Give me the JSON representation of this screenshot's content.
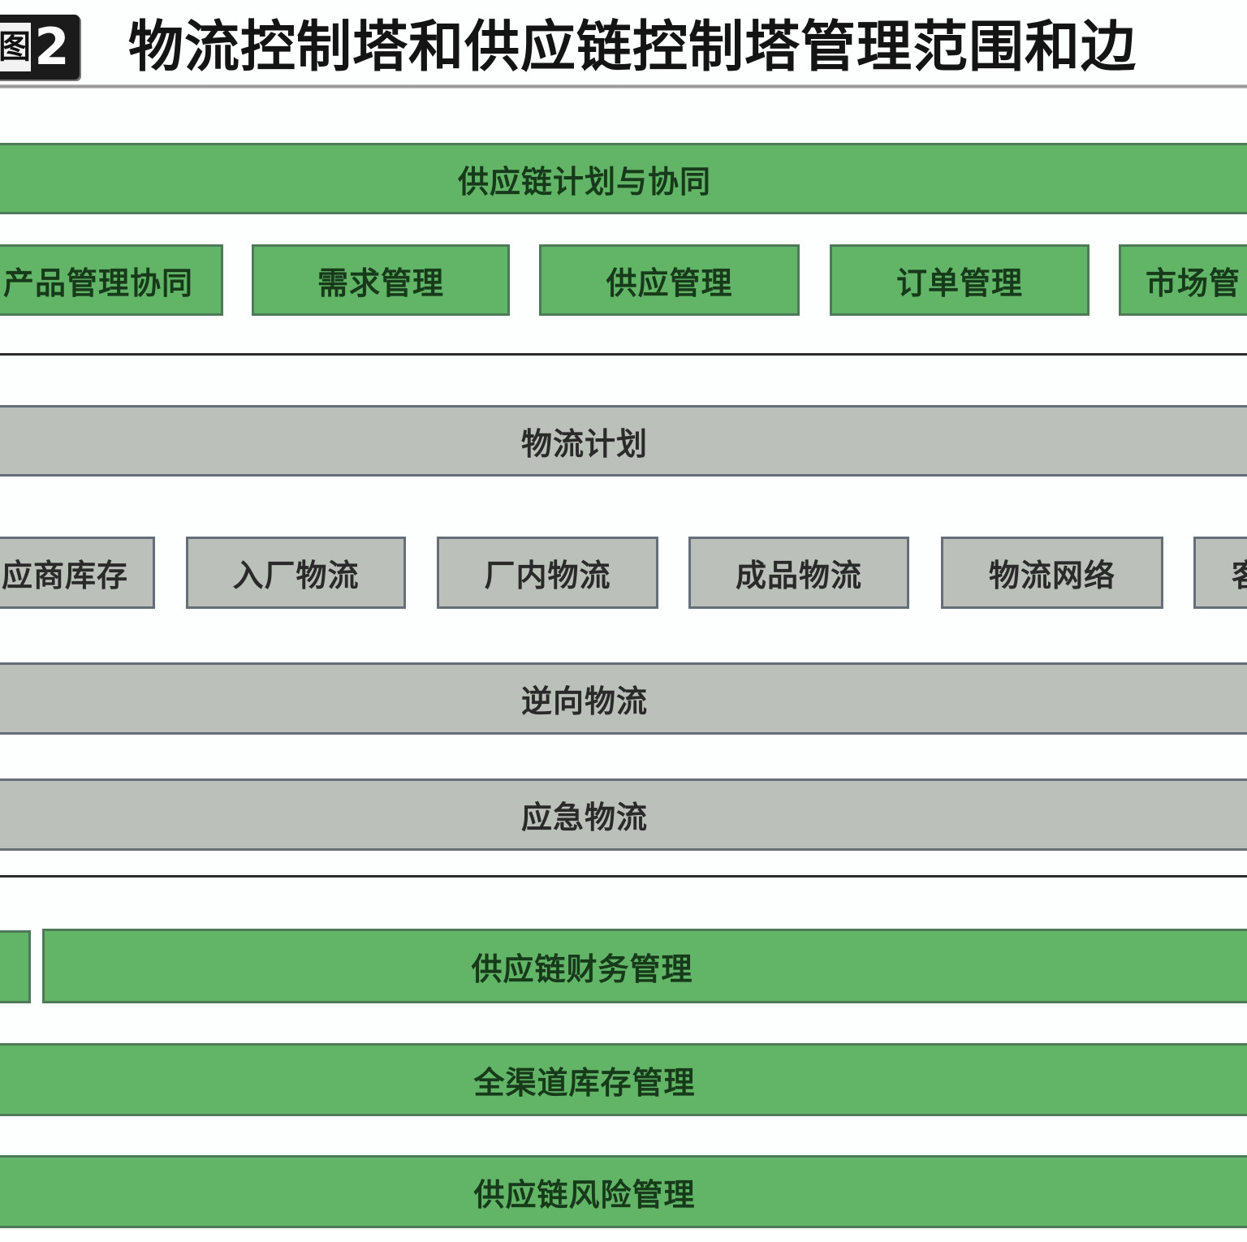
{
  "title": {
    "figure_label_char": "图",
    "figure_number": "2",
    "text": "物流控制塔和供应链控制塔管理范围和边"
  },
  "colors": {
    "green_fill": "#62b467",
    "green_border": "#4d7a58",
    "gray_fill": "#bcc0bb",
    "gray_border": "#666e78",
    "separator": "#2c2c2c"
  },
  "supply_chain_section": {
    "banner": "供应链计划与协同",
    "items": [
      {
        "label": "产品管理协同"
      },
      {
        "label": "需求管理"
      },
      {
        "label": "供应管理"
      },
      {
        "label": "订单管理"
      },
      {
        "label": "市场管"
      }
    ]
  },
  "logistics_section": {
    "banner": "物流计划",
    "items": [
      {
        "label": "应商库存"
      },
      {
        "label": "入厂物流"
      },
      {
        "label": "厂内物流"
      },
      {
        "label": "成品物流"
      },
      {
        "label": "物流网络"
      },
      {
        "label": "客"
      }
    ],
    "reverse_logistics": "逆向物流",
    "emergency_logistics": "应急物流"
  },
  "management_section": {
    "left_stub": "",
    "finance": "供应链财务管理",
    "inventory": "全渠道库存管理",
    "risk": "供应链风险管理"
  }
}
